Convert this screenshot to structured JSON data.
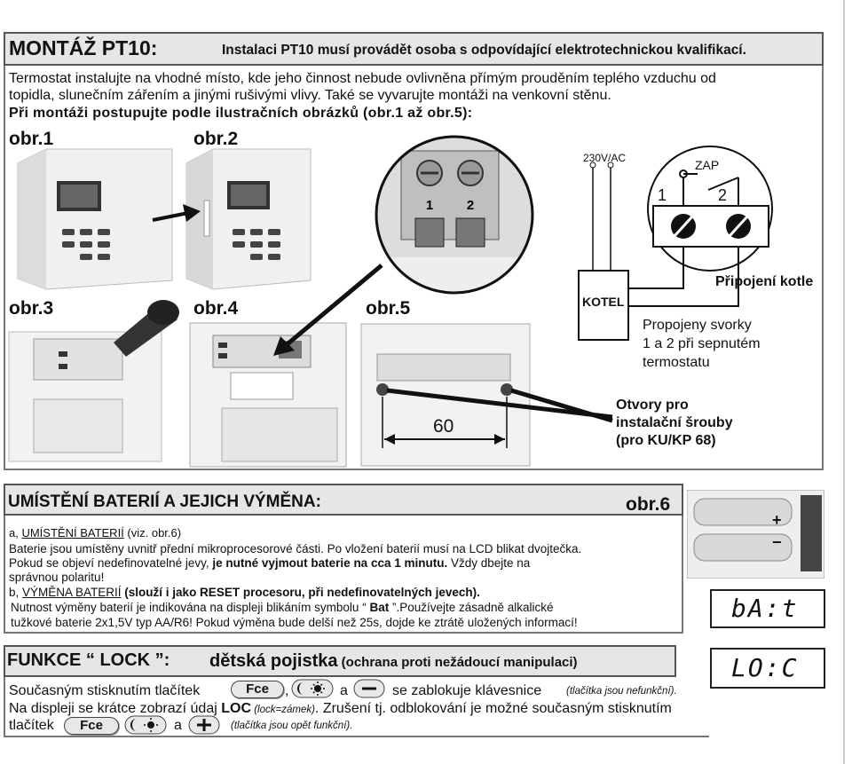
{
  "montaz": {
    "title": "MONTÁŽ PT10:",
    "qualification": "Instalaci PT10 musí provádět osoba s odpovídající elektrotechnickou kvalifikací.",
    "para_line1": "Termostat instalujte na  vhodné místo, kde jeho činnost nebude ovlivněna přímým prouděním teplého vzduchu od",
    "para_line2": "topidla, slunečním zářením a jinými rušivými vlivy. Také se vyvarujte montáži na venkovní stěnu.",
    "para_line3": "Při montáži postupujte podle ilustračních obrázků (obr.1 až obr.5):"
  },
  "figures": {
    "obr1": "obr.1",
    "obr2": "obr.2",
    "obr3": "obr.3",
    "obr4": "obr.4",
    "obr5": "obr.5",
    "obr6": "obr.6",
    "terminal1": "1",
    "terminal2": "2",
    "dimension": "60"
  },
  "wiring": {
    "supply": "230V/AC",
    "switch_label": "ZAP",
    "contact1": "1",
    "contact2": "2",
    "boiler_title": "Připojení kotle",
    "boiler": "KOTEL",
    "desc_line1": "Propojeny svorky",
    "desc_line2": "1 a 2 při sepnutém",
    "desc_line3": "termostatu"
  },
  "holes_note": {
    "line1": "Otvory pro",
    "line2": "instalační šrouby",
    "line3": "(pro KU/KP 68)"
  },
  "batteries": {
    "title": "UMÍSTĚNÍ BATERIÍ A JEJICH VÝMĚNA:",
    "a_prefix": "a, ",
    "a_heading": "UMÍSTĚNÍ BATERIÍ",
    "a_ref": "   (viz. obr.6)",
    "line1": "Baterie jsou umístěny uvnitř přední mikroprocesorové části. Po vložení baterií musí na LCD blikat dvojtečka.",
    "line2_normal": "Pokud se objeví nedefinovatelné jevy, ",
    "line2_bold": "je nutné vyjmout baterie na cca 1 minutu.",
    "line2_end": " Vždy dbejte na",
    "line3": "správnou polaritu!",
    "b_prefix": "b, ",
    "b_heading": "VÝMĚNA BATERIÍ",
    "b_note": "  (slouží i jako RESET procesoru, při nedefinovatelných jevech).",
    "line4_a": "Nutnost výměny baterií je indikována na displeji blikáním symbolu “ ",
    "line4_b": "Bat",
    "line4_c": " ”.Používejte zásadně alkalické",
    "line5": "tužkové baterie 2x1,5V typ AA/R6! Pokud výměna bude delší než 25s, dojde ke ztrátě uložených informací!",
    "plus": "+",
    "minus": "−",
    "lcd_bat": "bA:t"
  },
  "lock": {
    "title": "FUNKCE “ LOCK ”:",
    "subtitle_big": "dětská pojistka",
    "subtitle_small": " (ochrana proti nežádoucí manipulaci)",
    "line1_a": "Současným stisknutím tlačítek",
    "key_fce": "Fce",
    "comma": ",",
    "and1": "a",
    "line1_b": "se zablokuje klávesnice",
    "line1_note": "(tlačítka jsou nefunkční).",
    "line2_a": "Na displeji se krátce zobrazí údaj ",
    "line2_loc": "LOC",
    "line2_note": " (lock=zámek)",
    "line2_b": ". Zrušení tj. odblokování je možné současným stisknutím",
    "line3_a": "tlačítek",
    "and2": "a",
    "line3_note": "(tlačítka jsou opět funkční).",
    "lcd_loc": "LO:C"
  }
}
